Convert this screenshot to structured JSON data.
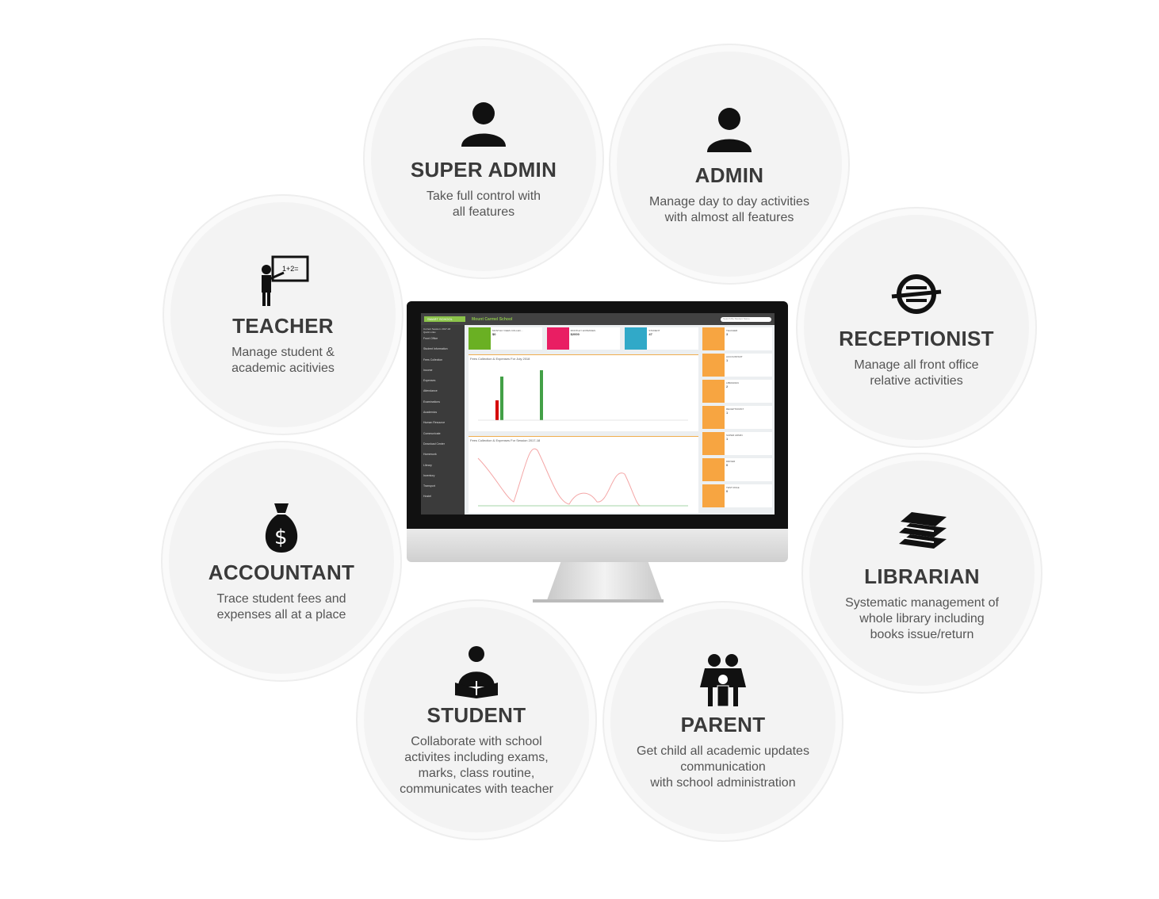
{
  "roles": [
    {
      "title": "SUPER ADMIN",
      "desc": "Take full control with\nall features",
      "icon": "person-icon"
    },
    {
      "title": "ADMIN",
      "desc": "Manage day to day activities\nwith almost all features",
      "icon": "person-icon"
    },
    {
      "title": "TEACHER",
      "desc": "Manage student &\nacademic acitivies",
      "icon": "teacher-board-icon"
    },
    {
      "title": "RECEPTIONIST",
      "desc": "Manage all front office\nrelative activities",
      "icon": "receptionist-icon"
    },
    {
      "title": "ACCOUNTANT",
      "desc": "Trace student fees and\nexpenses all at a place",
      "icon": "money-bag-icon"
    },
    {
      "title": "LIBRARIAN",
      "desc": "Systematic management of\nwhole library including\nbooks issue/return",
      "icon": "books-icon"
    },
    {
      "title": "STUDENT",
      "desc": "Collaborate with school\nactivites including exams,\nmarks, class routine,\ncommunicates with teacher",
      "icon": "student-reading-icon"
    },
    {
      "title": "PARENT",
      "desc": "Get child all academic updates\ncommunication\nwith school administration",
      "icon": "parent-child-icon"
    }
  ],
  "dashboard": {
    "logo": "SMART SCHOOL",
    "school": "Mount Carmel School",
    "search_placeholder": "Search By Student Name",
    "session": "Current Session: 2017-18",
    "quick_links": "Quick Links",
    "sidebar": [
      "Front Office",
      "Student Information",
      "Fees Collection",
      "Income",
      "Expenses",
      "Attendance",
      "Examinations",
      "Academics",
      "Human Resource",
      "Communicate",
      "Download Center",
      "Homework",
      "Library",
      "Inventory",
      "Transport",
      "Hostel"
    ],
    "cards": [
      {
        "label": "MONTHLY FEES COLLEC...",
        "value": "$0",
        "color": "#6ab023"
      },
      {
        "label": "MONTHLY EXPENSES",
        "value": "$2000",
        "color": "#e91e63"
      },
      {
        "label": "STUDENT",
        "value": "47",
        "color": "#31a9c8"
      }
    ],
    "chart1_title": "Fees Collection & Expenses For July 2018",
    "chart2_title": "Fees Collection & Expenses For Session 2017-18",
    "staff": [
      {
        "label": "TEACHER",
        "value": "3"
      },
      {
        "label": "ACCOUNTANT",
        "value": "1"
      },
      {
        "label": "LIBRARIAN",
        "value": "2"
      },
      {
        "label": "RECEPTIONIST",
        "value": "1"
      },
      {
        "label": "SUPER ADMIN",
        "value": "1"
      },
      {
        "label": "DRIVER",
        "value": "0"
      },
      {
        "label": "TEST ROLE",
        "value": "0"
      }
    ]
  }
}
